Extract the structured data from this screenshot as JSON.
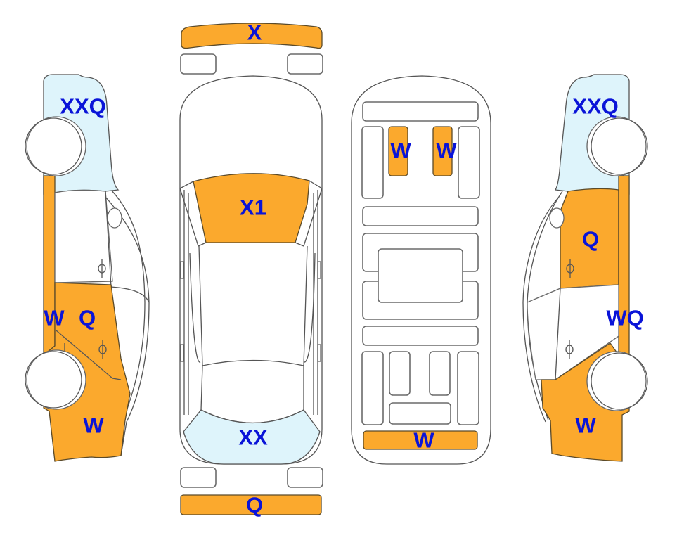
{
  "diagram": {
    "title": "Vehicle damage inspection diagram",
    "colors": {
      "damage_fill": "#fba92d",
      "glass_fill": "#def4fb",
      "label_color": "#0a14d8",
      "outline": "#555555"
    },
    "views": [
      {
        "name": "left-side-view"
      },
      {
        "name": "top-view"
      },
      {
        "name": "underbody-view"
      },
      {
        "name": "right-side-view"
      }
    ],
    "labels": {
      "front_bumper": "X",
      "rear_bumper": "Q",
      "hood": "X1",
      "rear_windshield": "XX",
      "left_windshield": "XXQ",
      "left_front_door_area": "W",
      "left_rear_door": "Q",
      "left_rear_quarter": "W",
      "right_windshield": "XXQ",
      "right_front_door": "Q",
      "right_rear_pillar": "WQ",
      "right_rear_quarter": "W",
      "under_front_left": "W",
      "under_front_right": "W",
      "under_rear": "W"
    }
  }
}
